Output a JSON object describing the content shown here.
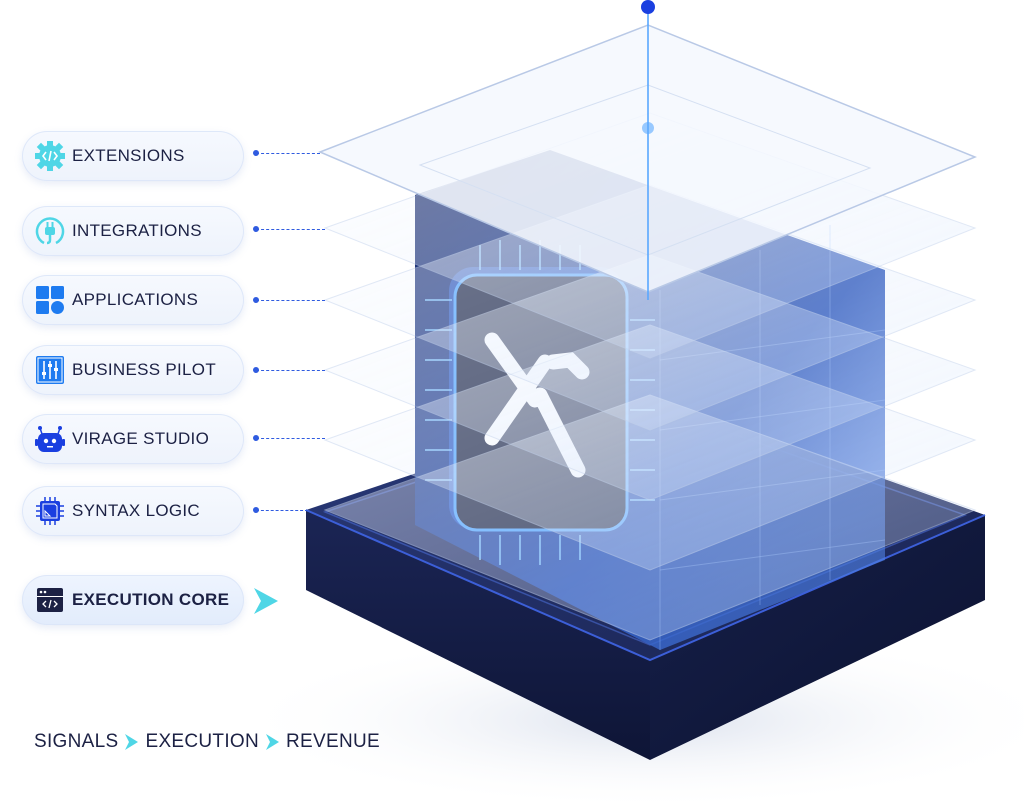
{
  "layers": [
    {
      "label": "EXTENSIONS",
      "icon": "gear-code-icon"
    },
    {
      "label": "INTEGRATIONS",
      "icon": "plug-icon"
    },
    {
      "label": "APPLICATIONS",
      "icon": "apps-grid-icon"
    },
    {
      "label": "BUSINESS PILOT",
      "icon": "sliders-icon"
    },
    {
      "label": "VIRAGE STUDIO",
      "icon": "robot-icon"
    },
    {
      "label": "SYNTAX LOGIC",
      "icon": "chip-icon"
    }
  ],
  "core": {
    "label": "EXECUTION CORE",
    "icon": "code-window-icon"
  },
  "flow": [
    "SIGNALS",
    "EXECUTION",
    "REVENUE"
  ],
  "colors": {
    "navy": "#1c2144",
    "accent_cyan": "#4fd6e6",
    "accent_blue": "#2f5be0",
    "base_dark": "#1a2452"
  }
}
